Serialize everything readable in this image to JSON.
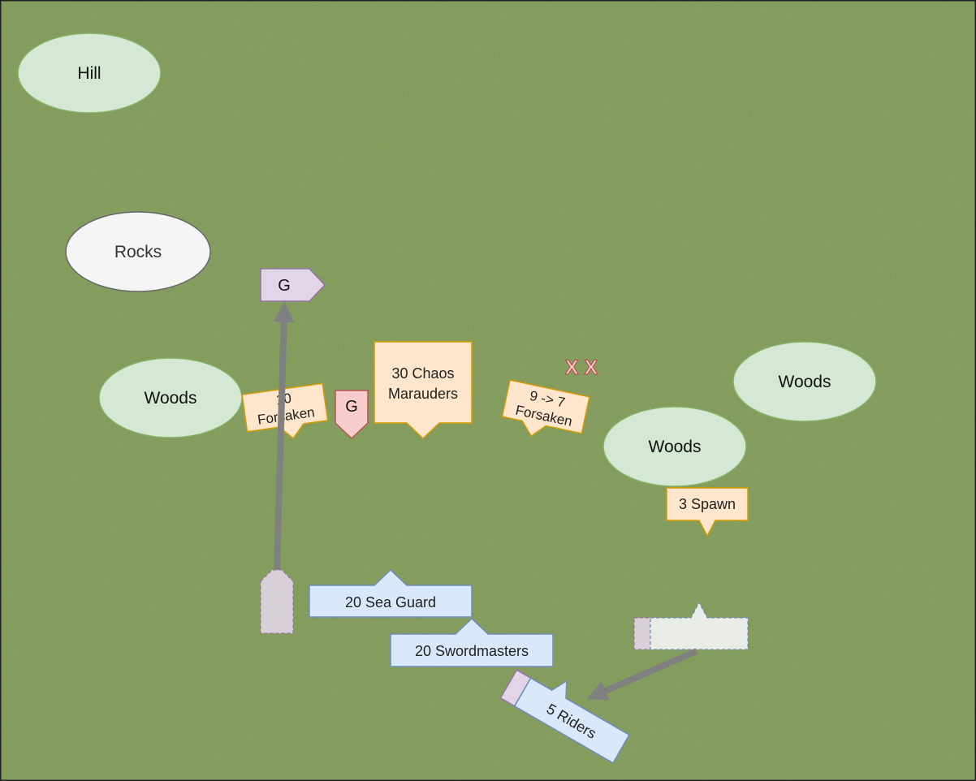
{
  "terrain": {
    "hill": "Hill",
    "rocks": "Rocks",
    "woods_left": "Woods",
    "woods_right_top": "Woods",
    "woods_right_mid": "Woods"
  },
  "enemy": {
    "general_top": "G",
    "forsaken_left": [
      "10",
      "Forsaken"
    ],
    "general_mid": "G",
    "marauders": [
      "30 Chaos",
      "Marauders"
    ],
    "forsaken_right": [
      "9 -> 7",
      "Forsaken"
    ],
    "casualty_marks": "X X",
    "spawn": "3 Spawn"
  },
  "player": {
    "sea_guard": "20 Sea Guard",
    "swordmasters": "20 Swordmasters",
    "riders": "5 Riders"
  },
  "colors": {
    "grass": "#6f8c4a",
    "terrain_green": "#d5e8d4",
    "terrain_green_stroke": "#82b366",
    "rocks_fill": "#f5f5f5",
    "enemy_fill": "#ffe6cc",
    "enemy_stroke": "#d79b00",
    "player_fill": "#dae8fc",
    "player_stroke": "#6c8ebf",
    "purple_fill": "#e1d5e7",
    "purple_stroke": "#9673a6",
    "red_fill": "#f8cecc",
    "red_stroke": "#b85450",
    "arrow": "#808080"
  }
}
